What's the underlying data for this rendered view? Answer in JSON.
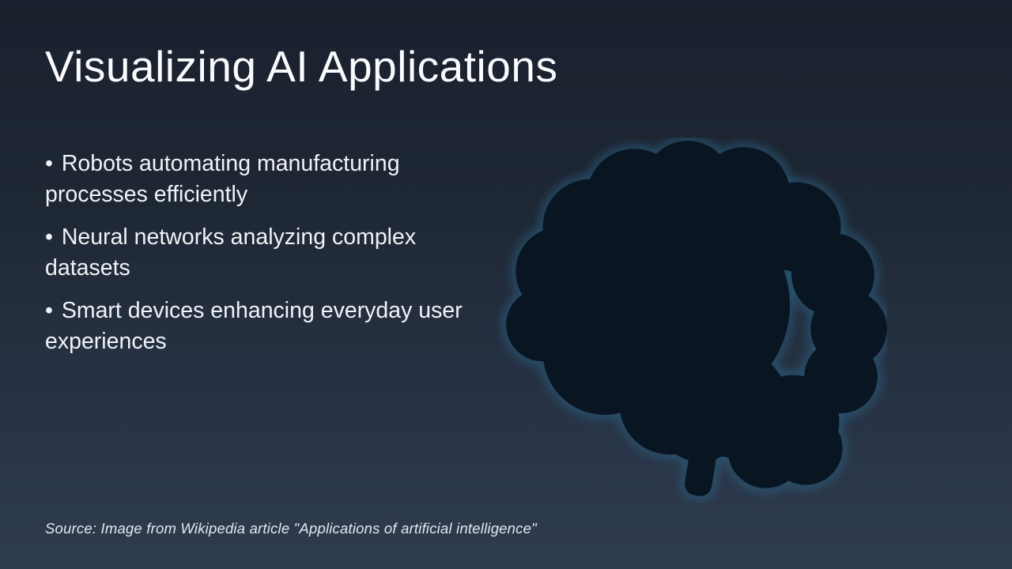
{
  "slide": {
    "title": "Visualizing AI Applications",
    "bullet_marker": "•",
    "bullets": [
      "Robots automating manufacturing processes efficiently",
      "Neural networks analyzing complex datasets",
      "Smart devices enhancing everyday user experiences"
    ],
    "source_note": "Source: Image from Wikipedia article \"Applications of artificial intelligence\"",
    "image": {
      "name": "circuit-board-brain-illustration"
    },
    "colors": {
      "background_top": "#1a212e",
      "background_bottom": "#2f3c4e",
      "text": "#f1f3f6",
      "brain_dark": "#0a1522",
      "trace_white": "#eaeff4",
      "accent_cyan": "#43c4e6",
      "accent_teal": "#23d3dc",
      "glow_blue": "#2a6b8d"
    }
  }
}
